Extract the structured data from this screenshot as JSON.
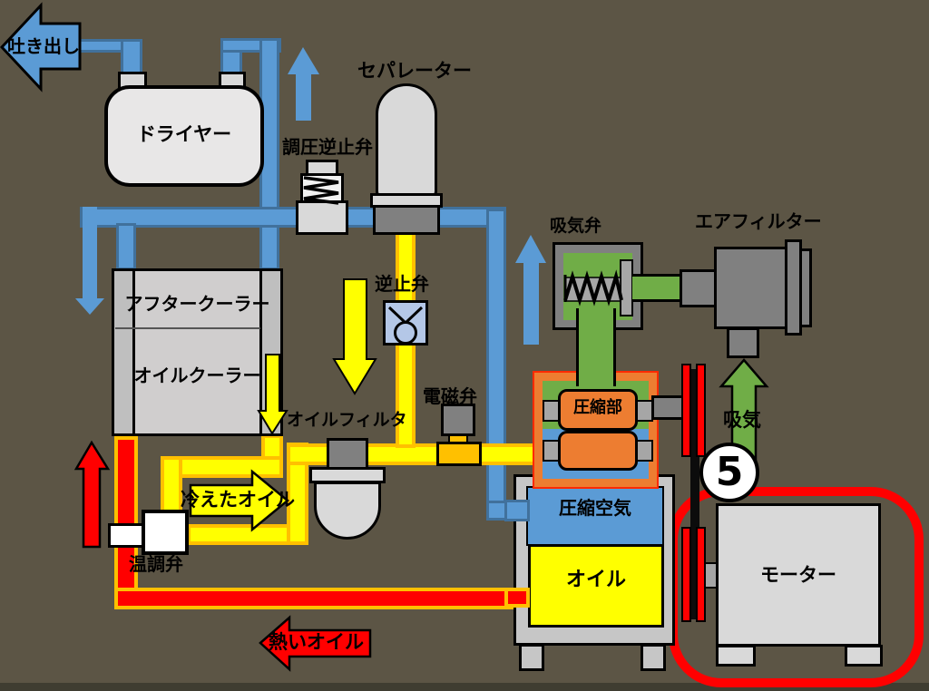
{
  "diagram": {
    "type": "oil-injected screw air compressor flow diagram",
    "background_color": "#5c5545",
    "highlight_color": "#ff0000",
    "colors": {
      "air_pipe_blue": "#5b9bd5",
      "air_pipe_border": "#41719c",
      "oil_pipe_yellow": "#ffff00",
      "oil_pipe_border": "#ffc000",
      "hot_oil_red": "#ff0000",
      "intake_green": "#70ad47",
      "compressor_orange": "#ed7d31",
      "component_gray": "#d9d9d9",
      "dark_gray": "#808080"
    }
  },
  "labels": {
    "discharge": "吐き出し",
    "dryer": "ドライヤー",
    "separator": "セパレーター",
    "pressure_check_valve": "調圧逆止弁",
    "check_valve": "逆止弁",
    "solenoid_valve": "電磁弁",
    "oil_filter": "オイルフィルタ",
    "aftercooler": "アフタークーラー",
    "oil_cooler": "オイルクーラー",
    "intake_valve": "吸気弁",
    "air_filter": "エアフィルター",
    "compression_unit": "圧縮部",
    "compressed_air": "圧縮空気",
    "oil": "オイル",
    "intake": "吸気",
    "motor": "モーター",
    "cold_oil": "冷えたオイル",
    "hot_oil": "熱いオイル",
    "temp_control_valve": "温調弁",
    "step_number": "5"
  },
  "flow_arrows": [
    {
      "name": "discharge-arrow",
      "color": "blue",
      "direction": "left",
      "label": "吐き出し"
    },
    {
      "name": "dryer-up-arrow",
      "color": "blue",
      "direction": "up"
    },
    {
      "name": "cooler-down-arrow",
      "color": "blue",
      "direction": "down"
    },
    {
      "name": "tank-riser-up-arrow",
      "color": "blue",
      "direction": "up"
    },
    {
      "name": "separator-oil-down-arrow",
      "color": "yellow",
      "direction": "down"
    },
    {
      "name": "oil-cooler-down-arrow",
      "color": "yellow",
      "direction": "down"
    },
    {
      "name": "cold-oil-arrow",
      "color": "yellow",
      "direction": "right",
      "label": "冷えたオイル"
    },
    {
      "name": "hot-oil-arrow",
      "color": "red",
      "direction": "left",
      "label": "熱いオイル"
    },
    {
      "name": "hot-oil-up-arrow",
      "color": "red",
      "direction": "up"
    },
    {
      "name": "intake-arrow",
      "color": "green",
      "direction": "up",
      "label": "吸気"
    }
  ]
}
